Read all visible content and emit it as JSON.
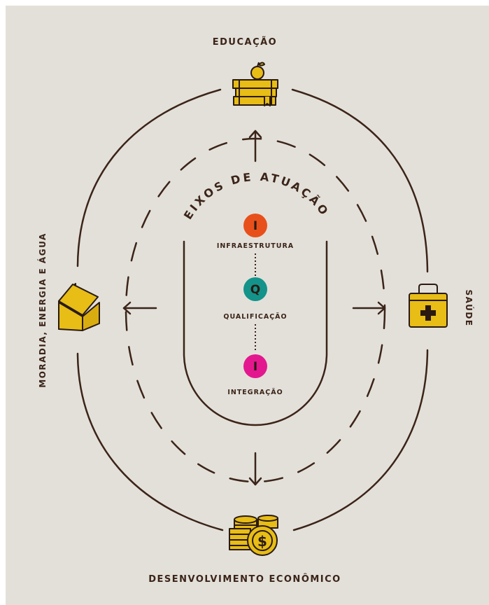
{
  "center_title": "EIXOS DE ATUAÇÃO",
  "pillars": {
    "top": "EDUCAÇÃO",
    "right": "SAÚDE",
    "bottom": "DESENVOLVIMENTO ECONÔMICO",
    "left": "MORADIA, ENERGIA E ÁGUA"
  },
  "axes": [
    {
      "letter": "I",
      "label": "INFRAESTRUTURA",
      "color": "#e8501b"
    },
    {
      "letter": "Q",
      "label": "QUALIFICAÇÃO",
      "color": "#13938a"
    },
    {
      "letter": "I",
      "label": "INTEGRAÇÃO",
      "color": "#e3188e"
    }
  ],
  "colors": {
    "background": "#e3e0da",
    "lines": "#3b2418",
    "icons": "#e7bd16"
  },
  "icons": [
    "books-apple-icon",
    "first-aid-kit-icon",
    "coins-dollar-icon",
    "house-icon"
  ]
}
